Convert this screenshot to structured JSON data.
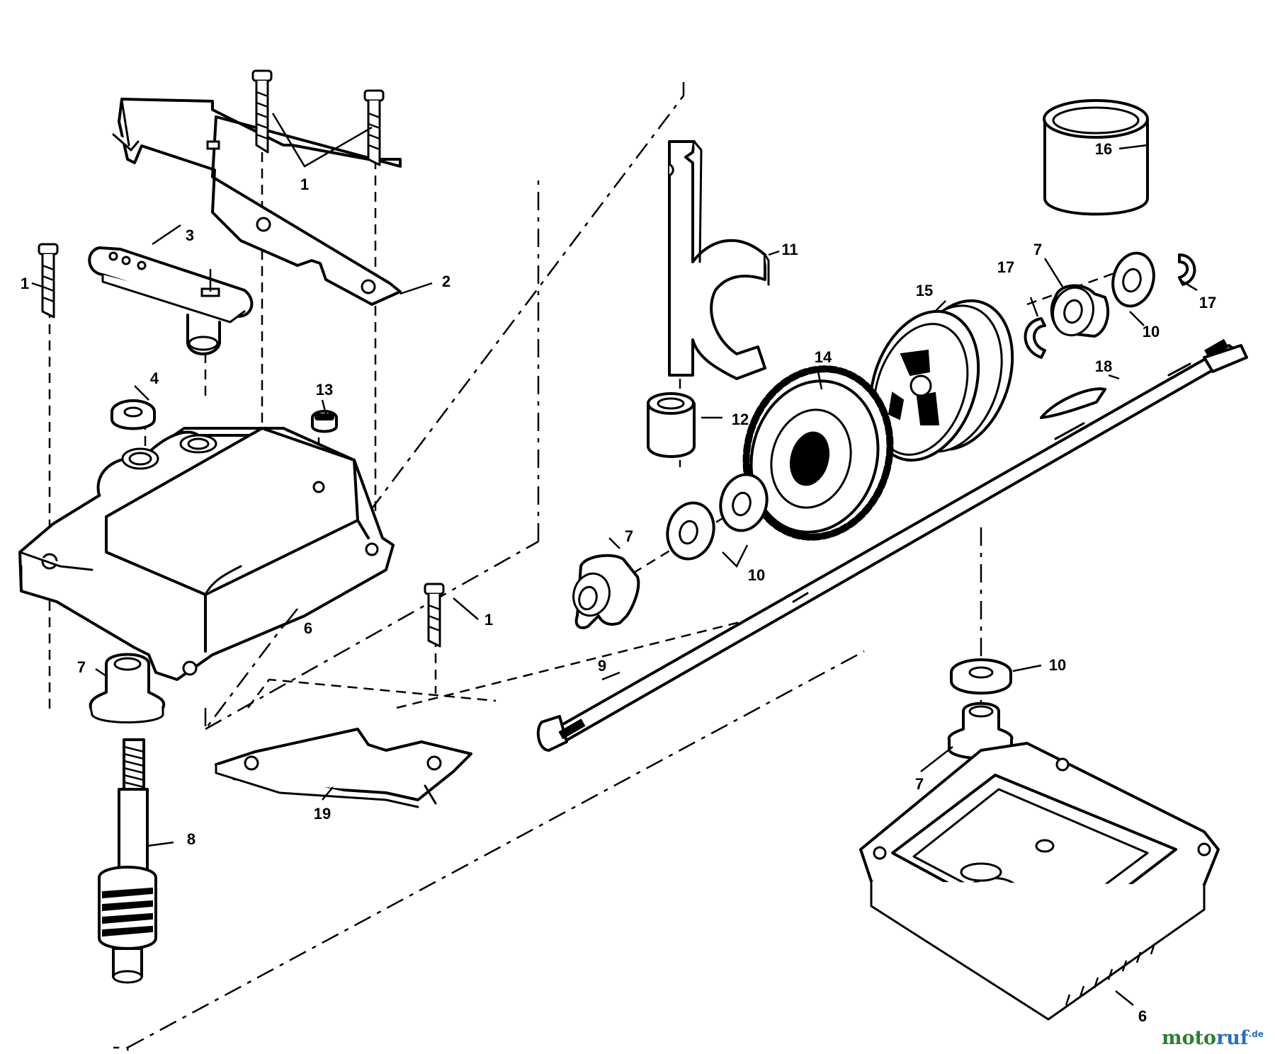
{
  "callouts": {
    "c1_top": "1",
    "c1_left": "1",
    "c1_bottom": "1",
    "c2": "2",
    "c3": "3",
    "c4": "4",
    "c6_housing": "6",
    "c6_base": "6",
    "c7_left": "7",
    "c7_mid": "7",
    "c7_right_top": "7",
    "c7_right_bottom": "7",
    "c8": "8",
    "c9": "9",
    "c10_mid": "10",
    "c10_right_top": "10",
    "c10_right_bottom": "10",
    "c11": "11",
    "c12": "12",
    "c13": "13",
    "c14": "14",
    "c15": "15",
    "c16": "16",
    "c17_left": "17",
    "c17_right": "17",
    "c18": "18",
    "c19": "19"
  },
  "logo": {
    "part_a": "moto",
    "part_b": "ruf",
    "suffix": ".de"
  },
  "colors": {
    "line": "#000000",
    "background": "#ffffff",
    "logo_green": "#2e7d32",
    "logo_blue": "#2b6fb7"
  }
}
